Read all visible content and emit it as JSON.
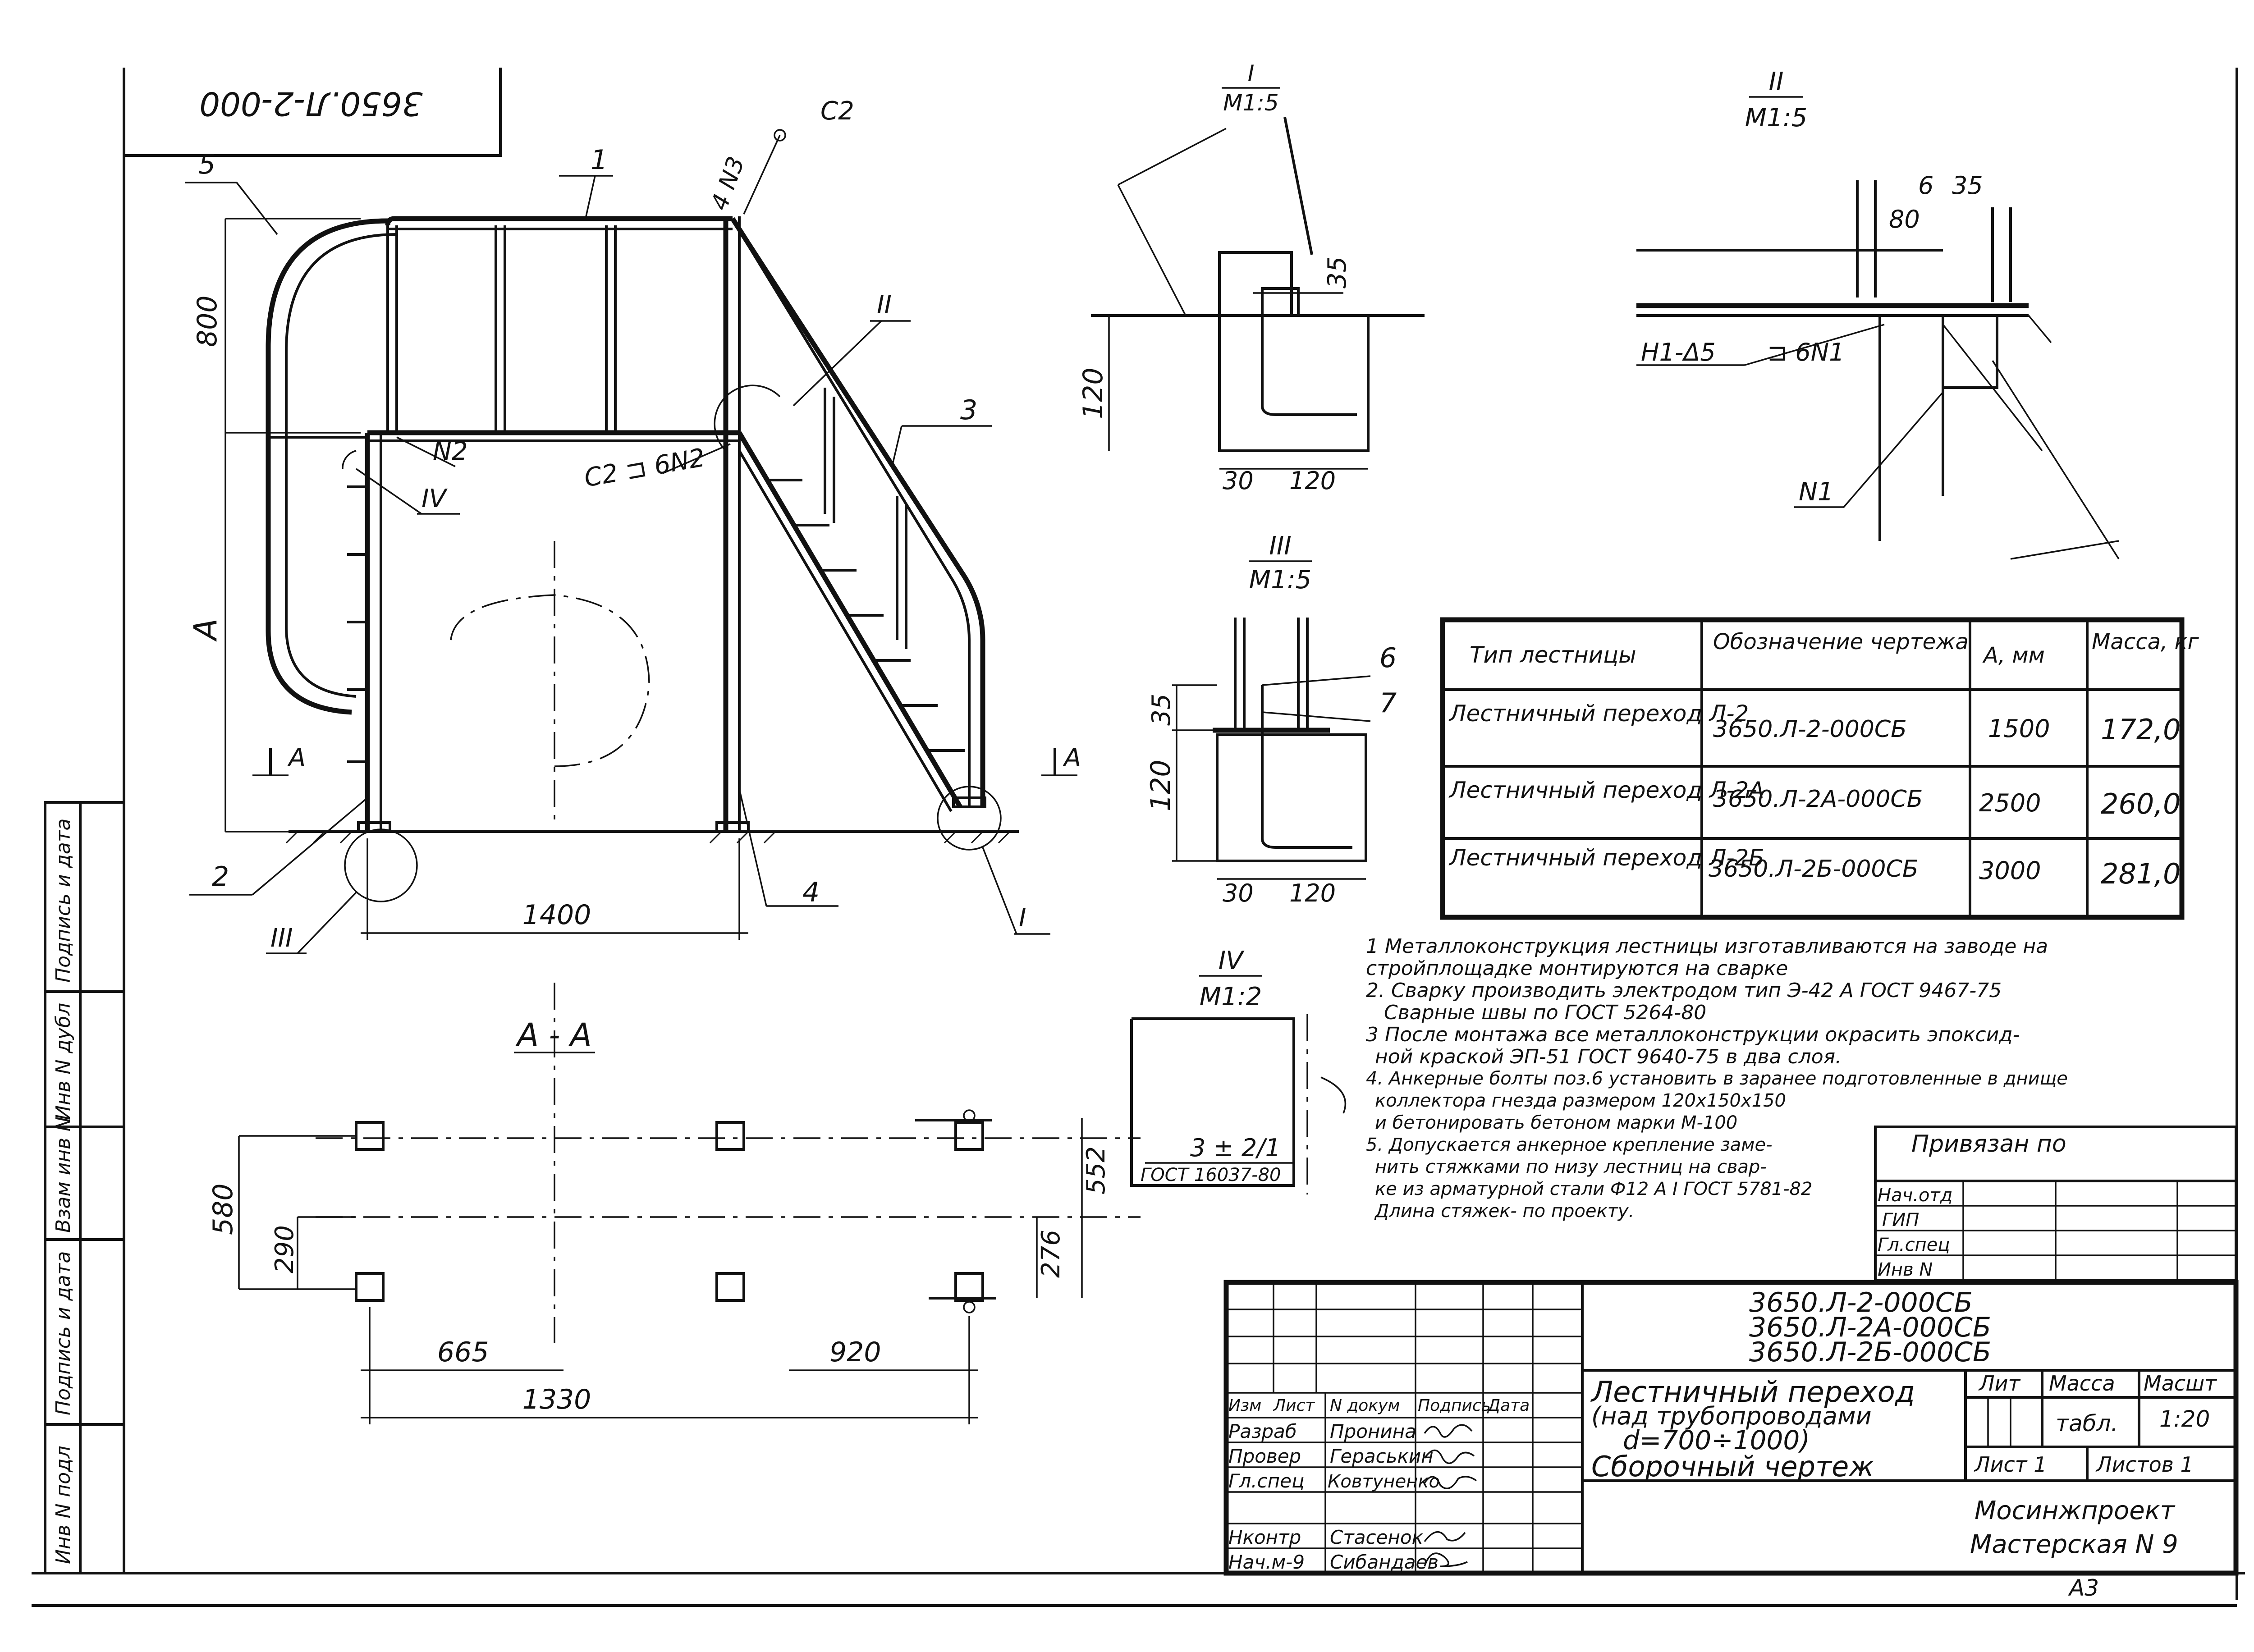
{
  "drawing": {
    "code_stamp": "3650.Л-2-000",
    "format": "А3",
    "labels": {
      "pos1": "1",
      "pos2": "2",
      "pos3": "3",
      "pos4": "4",
      "pos5": "5",
      "pos6": "6",
      "pos7": "7",
      "call_I": "I",
      "call_II": "II",
      "call_III": "III",
      "call_IV": "IV",
      "weld_c2": "С2",
      "weld_4n3": "4 N3",
      "weld_n2": "N2",
      "weld_c2_6n2": "С2 ⊐ 6N2",
      "weld_h1": "Н1-Δ5",
      "weld_6n1": "⊐ 6N1",
      "weld_n1": "N1",
      "section_mark": "А",
      "section_title": "А - А"
    },
    "dims": {
      "d800": "800",
      "dA": "А",
      "d1400": "1400",
      "d580": "580",
      "d290": "290",
      "d665": "665",
      "d1330": "1330",
      "d920": "920",
      "d552": "552",
      "d276": "276",
      "d35": "35",
      "d120": "120",
      "d30": "30",
      "d6": "6",
      "d80": "80",
      "d3": "3 ± 2/1",
      "gost": "ГОСТ 16037-80"
    },
    "detail_titles": {
      "I": {
        "num": "I",
        "scale": "М1:5"
      },
      "II": {
        "num": "II",
        "scale": "М1:5"
      },
      "III": {
        "num": "III",
        "scale": "М1:5"
      },
      "IV": {
        "num": "IV",
        "scale": "М1:2"
      }
    },
    "table": {
      "headers": [
        "Тип лестницы",
        "Обозначение чертежа",
        "А, мм",
        "Масса, кг"
      ],
      "rows": [
        [
          "Лестничный переход Л-2",
          "3650.Л-2-000СБ",
          "1500",
          "172,0"
        ],
        [
          "Лестничный переход Л-2А",
          "3650.Л-2А-000СБ",
          "2500",
          "260,0"
        ],
        [
          "Лестничный переход Л-2Б",
          "3650.Л-2Б-000СБ",
          "3000",
          "281,0"
        ]
      ]
    },
    "notes": [
      "1 Металлоконструкция лестницы изготавливаются на заводе на",
      "стройплощадке монтируются на сварке",
      "2. Сварку производить электродом тип Э-42 А ГОСТ 9467-75",
      "Сварные швы по ГОСТ 5264-80",
      "3 После монтажа все металлоконструкции окрасить эпоксид-",
      "ной краской ЭП-51 ГОСТ 9640-75 в два слоя.",
      "4. Анкерные болты поз.6 установить в заранее подготовленные в днище",
      "коллектора гнезда размером 120x150x150",
      "и бетонировать бетоном марки М-100",
      "5. Допускается анкерное крепление заме-",
      "нить стяжками по низу лестниц на свар-",
      "ке из арматурной стали Ф12 А I ГОСТ 5781-82",
      "Длина стяжек- по проекту."
    ],
    "approval": {
      "tied_to": "Привязан по",
      "rows": [
        "Нач.отд",
        "ГИП",
        "Гл.спец",
        "Инв N"
      ]
    },
    "title_block": {
      "codes": [
        "3650.Л-2-000СБ",
        "3650.Л-2А-000СБ",
        "3650.Л-2Б-000СБ"
      ],
      "title_lines": [
        "Лестничный переход",
        "(над трубопроводами",
        "d=700÷1000)",
        "Сборочный чертеж"
      ],
      "col_headers": [
        "Изм",
        "Лист",
        "N докум",
        "Подпись",
        "Дата"
      ],
      "roles": [
        {
          "role": "Разраб",
          "name": "Пронина"
        },
        {
          "role": "Провер",
          "name": "Гераськин"
        },
        {
          "role": "Гл.спец",
          "name": "Ковтуненко"
        },
        {
          "role": "",
          "name": ""
        },
        {
          "role": "Нконтр",
          "name": "Стасенок"
        },
        {
          "role": "Нач.м-9",
          "name": "Сибандаев"
        }
      ],
      "stage_headers": [
        "Лит",
        "Масса",
        "Масшт"
      ],
      "mass": "табл.",
      "scale": "1:20",
      "sheet": "Лист 1",
      "sheets": "Листов 1",
      "org": [
        "Мосинжпроект",
        "Мастерская N 9"
      ]
    },
    "side_stamp": [
      "Инв N подл",
      "Подпись и дата",
      "Взам инв N",
      "Инв N дубл",
      "Подпись и дата"
    ]
  }
}
